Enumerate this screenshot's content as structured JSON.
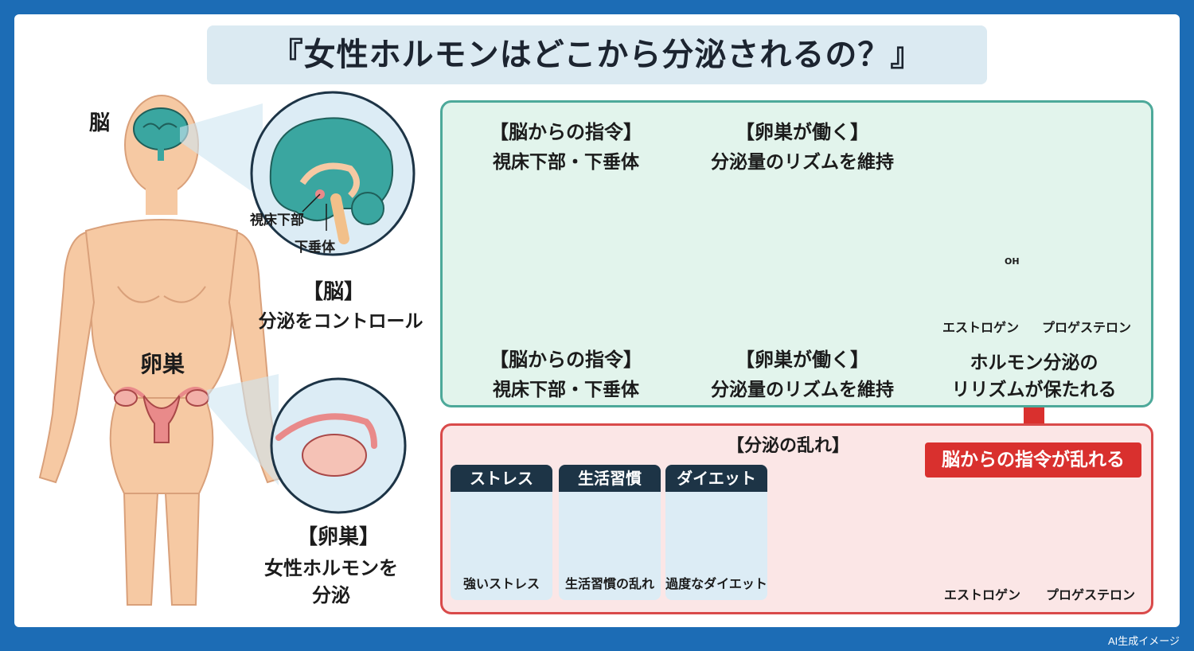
{
  "title": "『女性ホルモンはどこから分泌されるの？』",
  "body_labels": {
    "brain": "脳",
    "ovary": "卵巣",
    "hypothalamus": "視床下部",
    "pituitary": "下垂体",
    "brain_caption_title": "【脳】",
    "brain_caption_text": "分泌をコントロール",
    "ovary_caption_title": "【卵巣】",
    "ovary_caption_line1": "女性ホルモンを",
    "ovary_caption_line2": "分泌"
  },
  "normal_flow": {
    "top_left_title": "【脳からの指令】",
    "top_left_sub": "視床下部・下垂体",
    "top_mid_title": "【卵巣が働く】",
    "top_mid_sub": "分泌量のリズムを維持",
    "bottom_left_title": "【脳からの指令】",
    "bottom_left_sub": "視床下部・下垂体",
    "bottom_mid_title": "【卵巣が働く】",
    "bottom_mid_sub": "分泌量のリズムを維持",
    "hormone_1": "エストロゲン",
    "hormone_2": "プロゲステロン",
    "oh_label": "OH",
    "result_line1": "ホルモン分泌の",
    "result_line2": "リリズムが保たれる"
  },
  "disruption": {
    "title": "【分泌の乱れ】",
    "alert": "脳からの指令が乱れる",
    "causes": [
      {
        "head": "ストレス",
        "foot": "強いストレス"
      },
      {
        "head": "生活習慣",
        "foot": "生活習慣の乱れ"
      },
      {
        "head": "ダイエット",
        "foot": "過度なダイエット"
      }
    ],
    "hormone_1": "エストロゲン",
    "hormone_2": "プロゲステロン"
  },
  "credit": "AI生成イメージ",
  "colors": {
    "frame": "#1c6cb5",
    "teal": "#2a9d8f",
    "brain": "#3aa6a0",
    "skin": "#f6c9a3",
    "ovary_pink": "#e98a8a",
    "alert_red": "#d9302e",
    "navy": "#1d3446"
  }
}
